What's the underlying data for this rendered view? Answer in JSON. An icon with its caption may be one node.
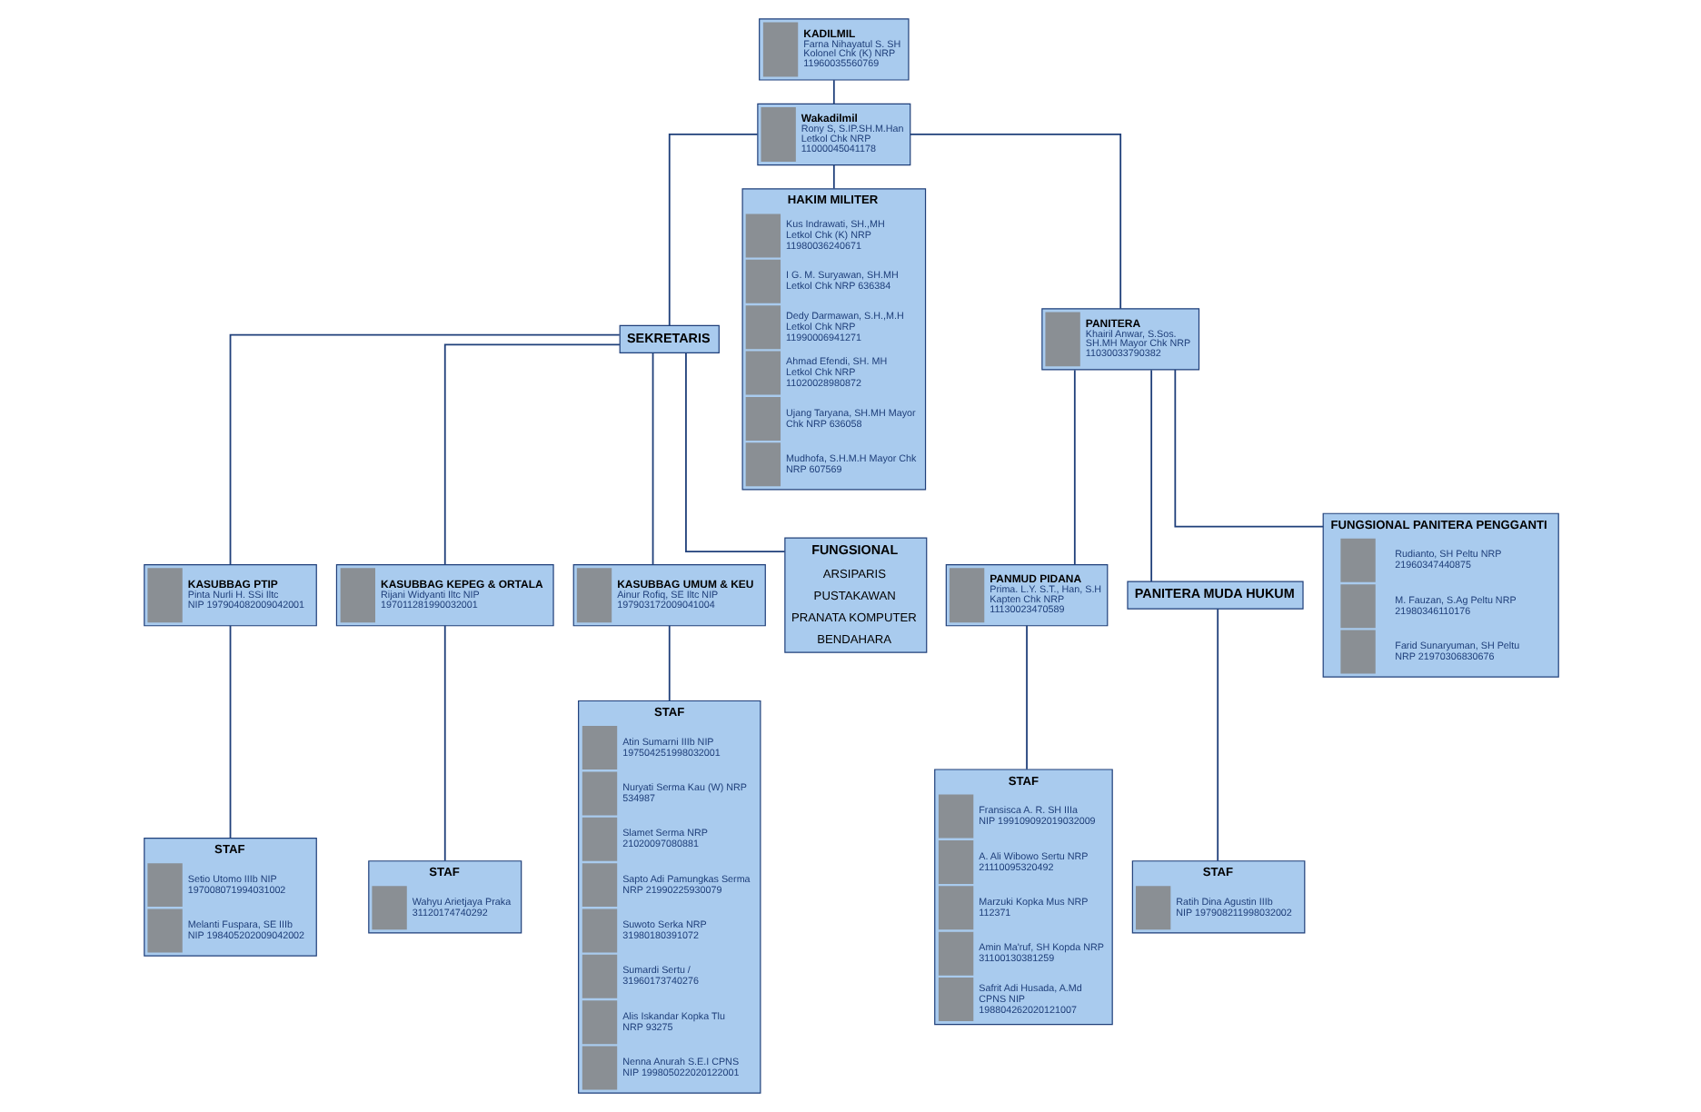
{
  "diagram": {
    "nodes": [
      {
        "text": [
          "KADILMIL",
          "Farna Nihayatul S. SH Kolonel Chk (K) NRP 11960035560769"
        ]
      },
      {
        "text": [
          "Wakadilmil",
          "Rony S, S.IP.SH.M.Han Letkol Chk NRP 11000045041178"
        ]
      },
      {
        "text": [
          "SEKRETARIS"
        ]
      },
      {
        "text": [
          "KASUBBAG PTIP",
          "Pinta Nurli H. SSi Iltc NIP 197904082009042001"
        ]
      },
      {
        "text": [
          "KASUBBAG KEPEG & ORTALA",
          "Rijani Widyanti Iltc NIP 197011281990032001"
        ]
      },
      {
        "text": [
          "KASUBBAG UMUM & KEU",
          "Ainur Rofiq, SE Iltc NIP 197903172009041004"
        ]
      },
      {
        "text": [
          "STAF",
          "Setio Utomo IIIb NIP 197008071994031002",
          "Melanti Fuspara, SE IIIb NIP 198405202009042002"
        ]
      },
      {
        "text": [
          "STAF",
          "Wahyu Arietjaya Praka 31120174740292"
        ]
      },
      {
        "text": [
          "STAF",
          "Atin Sumarni IIIb NIP 197504251998032001",
          "Nuryati Serma Kau (W) NRP 534987",
          "Slamet Serma NRP 21020097080881",
          "Sapto Adi Pamungkas Serma NRP 21990225930079",
          "Suwoto Serka NRP 31980180391072",
          "Sumardi Sertu / 31960173740276",
          "Alis Iskandar Kopka Tlu NRP 93275",
          "Nenna Anurah S.E.I CPNS NIP 199805022020122001"
        ]
      },
      {
        "text": [
          "FUNGSIONAL",
          "ARSIPARIS",
          "PUSTAKAWAN",
          "PRANATA KOMPUTER",
          "BENDAHARA"
        ]
      },
      {
        "text": [
          "HAKIM MILITER",
          "Kus Indrawati, SH.,MH Letkol Chk (K) NRP 11980036240671",
          "I G. M. Suryawan, SH.MH Letkol Chk NRP 636384",
          "Dedy Darmawan, S.H.,M.H Letkol Chk NRP 11990006941271",
          "Ahmad Efendi, SH. MH Letkol Chk NRP 11020028980872",
          "Ujang Taryana, SH.MH Mayor Chk NRP 636058",
          "Mudhofa, S.H.M.H Mayor Chk NRP 607569"
        ]
      },
      {
        "text": [
          "PANITERA",
          "Khairil Anwar, S.Sos. SH.MH Mayor Chk NRP 11030033790382"
        ]
      },
      {
        "text": [
          "PANMUD PIDANA",
          "Prima. L.Y. S.T., Han, S.H Kapten Chk NRP 11130023470589"
        ]
      },
      {
        "text": [
          "PANITERA MUDA HUKUM"
        ]
      },
      {
        "text": [
          "STAF",
          "Fransisca A. R. SH IIIa NIP 199109092019032009",
          "A. Ali Wibowo Sertu NRP 21110095320492",
          "Marzuki Kopka Mus NRP 112371",
          "Amin Ma'ruf, SH Kopda NRP 31100130381259",
          "Safrit Adi Husada, A.Md CPNS NIP 198804262020121007"
        ]
      },
      {
        "text": [
          "STAF",
          "Ratih Dina Agustin IIIb NIP 197908211998032002"
        ]
      },
      {
        "text": [
          "FUNGSIONAL PANITERA PENGGANTI",
          "Rudianto, SH Peltu NRP 21960347440875",
          "M. Fauzan, S.Ag Peltu NRP 21980346110176",
          "Farid Sunaryuman, SH Peltu NRP 21970306830676"
        ]
      }
    ],
    "edges": [
      {
        "from": 0,
        "to": 1,
        "arrow": "none"
      },
      {
        "from": 1,
        "to": 2,
        "arrow": "none"
      },
      {
        "from": 1,
        "to": 10,
        "arrow": "none"
      },
      {
        "from": 1,
        "to": 11,
        "arrow": "none"
      },
      {
        "from": 2,
        "to": 3,
        "arrow": "none"
      },
      {
        "from": 2,
        "to": 4,
        "arrow": "none"
      },
      {
        "from": 2,
        "to": 5,
        "arrow": "none"
      },
      {
        "from": 2,
        "to": 9,
        "arrow": "none"
      },
      {
        "from": 3,
        "to": 6,
        "arrow": "none"
      },
      {
        "from": 4,
        "to": 7,
        "arrow": "none"
      },
      {
        "from": 5,
        "to": 8,
        "arrow": "none"
      },
      {
        "from": 11,
        "to": 12,
        "arrow": "none"
      },
      {
        "from": 11,
        "to": 13,
        "arrow": "none"
      },
      {
        "from": 11,
        "to": 16,
        "arrow": "none"
      },
      {
        "from": 12,
        "to": 14,
        "arrow": "none"
      },
      {
        "from": 13,
        "to": 15,
        "arrow": "none"
      }
    ]
  }
}
